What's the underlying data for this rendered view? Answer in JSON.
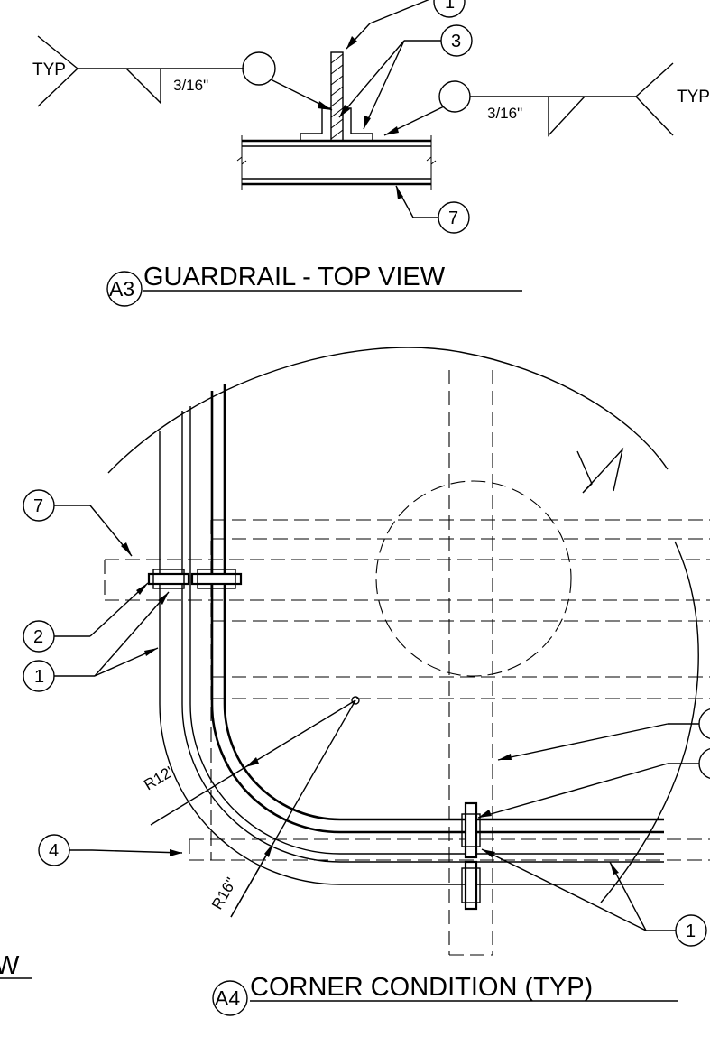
{
  "detail_a3": {
    "tag": "A3",
    "title": "GUARDRAIL - TOP VIEW",
    "weld_left": {
      "size": "3/16\"",
      "note": "TYP"
    },
    "weld_right": {
      "size": "3/16\"",
      "note": "TYP"
    },
    "callouts": [
      "1",
      "3",
      "7"
    ]
  },
  "detail_a4": {
    "tag": "A4",
    "title": "CORNER CONDITION (TYP)",
    "radius_inner": "R12\"",
    "radius_outer": "R16\"",
    "callouts": [
      "7",
      "2",
      "1",
      "4",
      "1"
    ]
  },
  "partial_left_title": "W"
}
